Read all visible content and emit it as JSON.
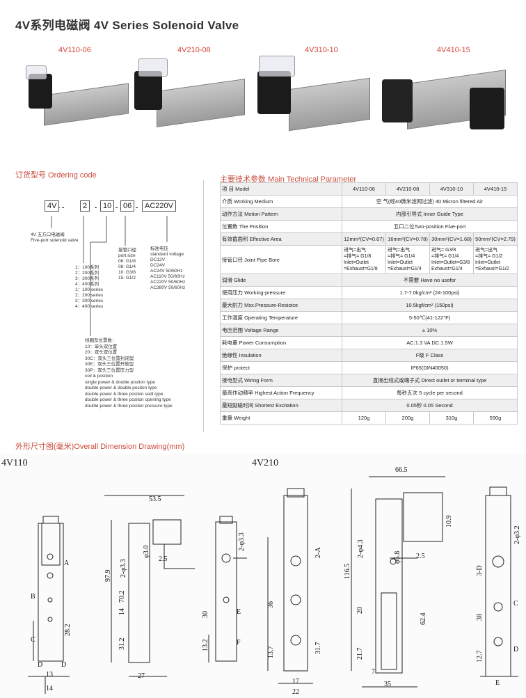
{
  "title": "4V系列电磁阀 4V Series Solenoid Valve",
  "models": [
    "4V110-06",
    "4V210-08",
    "4V310-10",
    "4V410-15"
  ],
  "ordering": {
    "heading": "订货型号 Ordering  code",
    "boxes": [
      "4V",
      "2",
      "10",
      "06",
      "AC220V"
    ],
    "five_port": [
      "4V 五方口电磁阀",
      "Five-port solenoid valve"
    ],
    "series": [
      "1：100系列",
      "2：200系列",
      "3：300系列",
      "4：400系列",
      "1：100 series",
      "2：200 series",
      "3：300 series",
      "4：400 series"
    ],
    "port_size": [
      "接管口径",
      "port size",
      "06: G1/8",
      "08: G1/4",
      "10: G3/8",
      "15: G1/2"
    ],
    "voltage": [
      "标准电压",
      "standard voltage",
      "DC12V",
      "DC24V",
      "AC24V  50/60Hz",
      "AC110V 50/60Hz",
      "AC220V 50/60Hz",
      "AC380V 50/60Hz"
    ],
    "coil": [
      "线圈及位置数：",
      "10：单头双位置",
      "20：双头双位置",
      "30C：双头三位置封闭型",
      "30E：双头三位置开放型",
      "30P：双头三位置压力型",
      "coil & position",
      "single  power & double positon type",
      "double power & double positon type",
      "double power & three positon sedl type",
      "double power & three positon opening type",
      "double power & three positon pressure type"
    ]
  },
  "spec": {
    "heading": "主要技术参数 Main Technical Parameter",
    "header": [
      "项  目 Model",
      "4V110-06",
      "4V210-08",
      "4V310-10",
      "4V410-15"
    ],
    "rows": [
      {
        "label": "介质 Working Medium",
        "value": "空  气(经40微米滤网过滤) 40 Micron filtered Air"
      },
      {
        "label": "动作方法 Motion Pattern",
        "value": "内部引导式 Inner Guide Type"
      },
      {
        "label": "位置数 The Position",
        "value": "五口二位Two-position Five-port"
      },
      {
        "label": "有效截面积 Effective Area",
        "cells": [
          "12mm²(CV=0.67)",
          "16mm²(CV=0.78)",
          "30mm²(CV=1.68)",
          "50mm²(CV=2.79)"
        ]
      },
      {
        "label": "接管口径 Joint Pipe Bore",
        "cells": [
          "进气=出气\n=排气= G1/8\nInlet=Outlet\n=Exhaust=G1/8",
          "进气=出气\n=排气= G1/4\nInlet=Outlet\n=Exhaust=G1/4",
          "进气= G3/8\n=排气= G1/4\nInlet=Outlet=G3/8\nExhaust=G1/4",
          "进气=出气\n=排气= G1/2\nInlet=Outlet\n=Exhaust=G1/2"
        ]
      },
      {
        "label": "润滑 Glide",
        "value": "不需要 Have no usefor"
      },
      {
        "label": "使用压力 Working-pressure",
        "value": "1.7-7.0kg/cm²  (24-100psi)"
      },
      {
        "label": "最大耐力 Msx.Pressure-Resistce",
        "value": "10.5kgf/cm²  (150psi)"
      },
      {
        "label": "工作温度 Operating Temperature",
        "value": "5-50℃(41-122°F)"
      },
      {
        "label": "电压范围 Voltage Range",
        "value": "± 10%"
      },
      {
        "label": "耗电量 Power Consumption",
        "value": "AC:1.3 VA DC:1.5W"
      },
      {
        "label": "绝缘性 Insulation",
        "value": "F级 F Class"
      },
      {
        "label": "保护 protect",
        "value": "IP65(DIN40050)"
      },
      {
        "label": "接电型式 Wiring Form",
        "value": "直接出线式或端子式  Direct outlet or terminal type"
      },
      {
        "label": "最高作动频率 Highest Action Frequency",
        "value": "每秒五次  5 cycle per second"
      },
      {
        "label": "最短励磁时间 Shortest Excitation",
        "value": "0.05秒 0.05 Second"
      },
      {
        "label": "重量 Weight",
        "cells": [
          "120g",
          "200g",
          "310g",
          "590g"
        ]
      }
    ]
  },
  "drawing": {
    "heading": "外形尺寸图(毫米)Overall Dimension Drawing(mm)",
    "left_label": "4V110",
    "right_label": "4V210",
    "dims_4v110": [
      "53.5",
      "97.9",
      "70.2",
      "31.2",
      "14",
      "28.2",
      "2-φ3.3",
      "φ3.0",
      "2.5",
      "30",
      "13.2",
      "13",
      "14",
      "27",
      "2-φ3.3",
      "B",
      "C",
      "D",
      "A",
      "E",
      "F",
      "D"
    ],
    "dims_4v210": [
      "66.5",
      "116.5",
      "2-φ4.3",
      "φ5.8",
      "2.5",
      "10.9",
      "20",
      "21.7",
      "62.4",
      "36",
      "13.7",
      "31.7",
      "17",
      "22",
      "7",
      "35",
      "2-A",
      "3-D",
      "38",
      "12.7",
      "2-φ3.2",
      "C",
      "D",
      "E"
    ]
  }
}
